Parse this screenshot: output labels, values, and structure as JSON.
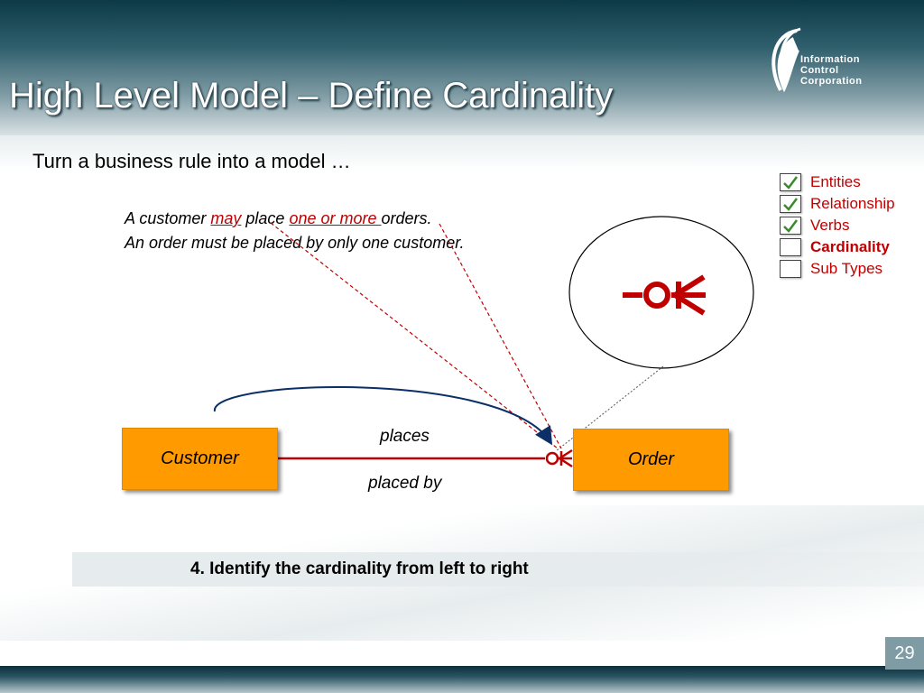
{
  "slide": {
    "title": "High Level Model – Define Cardinality",
    "subtitle": "Turn a business rule into a model …",
    "page_number": "29"
  },
  "logo": {
    "line1": "Information",
    "line2": "Control",
    "line3": "Corporation"
  },
  "rules": {
    "line1_a": "A customer ",
    "line1_may": "may",
    "line1_b": " place ",
    "line1_one_or_more": "one or more ",
    "line1_c": "orders.",
    "line2": "An order must be placed by only one customer."
  },
  "checklist": [
    {
      "label": "Entities",
      "checked": true
    },
    {
      "label": "Relationship",
      "checked": true
    },
    {
      "label": "Verbs",
      "checked": true
    },
    {
      "label": "Cardinality",
      "checked": false
    },
    {
      "label": "Sub Types",
      "checked": false
    }
  ],
  "diagram": {
    "entity_left": "Customer",
    "entity_right": "Order",
    "verb_forward": "places",
    "verb_reverse": "placed by"
  },
  "instruction": "4. Identify the cardinality from left to right",
  "colors": {
    "accent_red": "#c00000",
    "entity_orange": "#ff9a00",
    "header_teal": "#0e3a47",
    "arrow_blue": "#0b2f66"
  }
}
